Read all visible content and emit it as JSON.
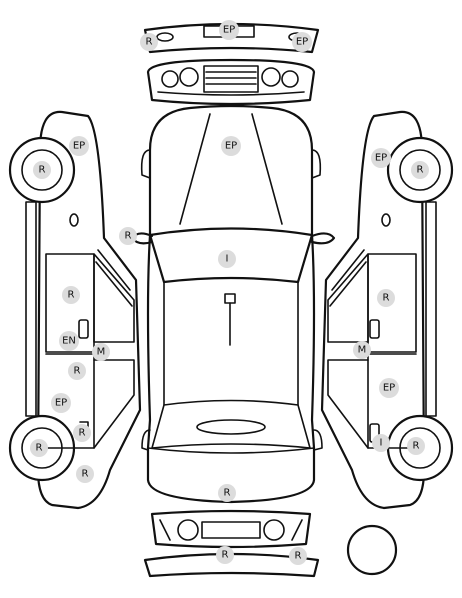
{
  "markers": [
    {
      "id": "front-bumper-left",
      "label": "R"
    },
    {
      "id": "front-bumper-center",
      "label": "EP"
    },
    {
      "id": "front-bumper-right",
      "label": "EP"
    },
    {
      "id": "hood",
      "label": "EP"
    },
    {
      "id": "left-front-fender",
      "label": "EP"
    },
    {
      "id": "right-front-fender",
      "label": "EP"
    },
    {
      "id": "left-front-wheel",
      "label": "R"
    },
    {
      "id": "right-front-wheel",
      "label": "R"
    },
    {
      "id": "left-mirror",
      "label": "R"
    },
    {
      "id": "roof",
      "label": "I"
    },
    {
      "id": "left-front-door",
      "label": "R"
    },
    {
      "id": "right-front-door",
      "label": "R"
    },
    {
      "id": "left-front-door-edge",
      "label": "EN"
    },
    {
      "id": "left-pillar",
      "label": "M"
    },
    {
      "id": "right-pillar",
      "label": "M"
    },
    {
      "id": "left-rear-door",
      "label": "R"
    },
    {
      "id": "left-rear-door-lower",
      "label": "EP"
    },
    {
      "id": "right-rear-door",
      "label": "EP"
    },
    {
      "id": "left-rear-handle",
      "label": "R"
    },
    {
      "id": "right-rear-handle",
      "label": "I"
    },
    {
      "id": "left-rear-wheel",
      "label": "R"
    },
    {
      "id": "right-rear-wheel",
      "label": "R"
    },
    {
      "id": "left-rear-quarter",
      "label": "R"
    },
    {
      "id": "trunk",
      "label": "R"
    },
    {
      "id": "rear-bumper-center",
      "label": "R"
    },
    {
      "id": "rear-bumper-right",
      "label": "R"
    }
  ]
}
